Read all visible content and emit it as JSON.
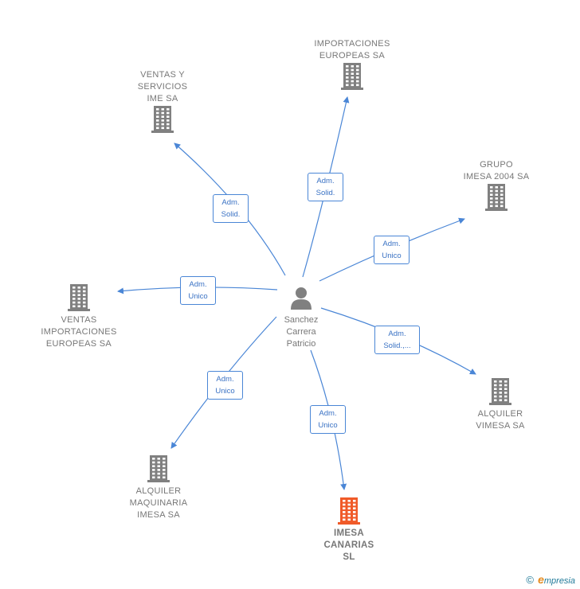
{
  "colors": {
    "edge": "#4a86d6",
    "node": "#808080",
    "highlight": "#f05a28"
  },
  "center": {
    "name": "Sanchez\nCarrera\nPatricio",
    "icon": "person-icon"
  },
  "nodes": [
    {
      "id": "importaciones-europeas",
      "name": "IMPORTACIONES\nEUROPEAS SA",
      "highlight": false,
      "edge_label": "Adm.\nSolid."
    },
    {
      "id": "ventas-servicios-ime",
      "name": "VENTAS Y\nSERVICIOS\nIME SA",
      "highlight": false,
      "edge_label": "Adm.\nSolid."
    },
    {
      "id": "grupo-imesa-2004",
      "name": "GRUPO\nIMESA 2004 SA",
      "highlight": false,
      "edge_label": "Adm.\nUnico"
    },
    {
      "id": "ventas-importaciones-europeas",
      "name": "VENTAS\nIMPORTACIONES\nEUROPEAS SA",
      "highlight": false,
      "edge_label": "Adm.\nUnico"
    },
    {
      "id": "alquiler-vimesa",
      "name": "ALQUILER\nVIMESA SA",
      "highlight": false,
      "edge_label": "Adm.\nSolid.,..."
    },
    {
      "id": "alquiler-maquinaria-imesa",
      "name": "ALQUILER\nMAQUINARIA\nIMESA SA",
      "highlight": false,
      "edge_label": "Adm.\nUnico"
    },
    {
      "id": "imesa-canarias",
      "name": "IMESA\nCANARIAS\nSL",
      "highlight": true,
      "edge_label": "Adm.\nUnico"
    }
  ],
  "footer": {
    "copyright": "©",
    "brand_initial": "e",
    "brand_rest": "mpresia"
  }
}
